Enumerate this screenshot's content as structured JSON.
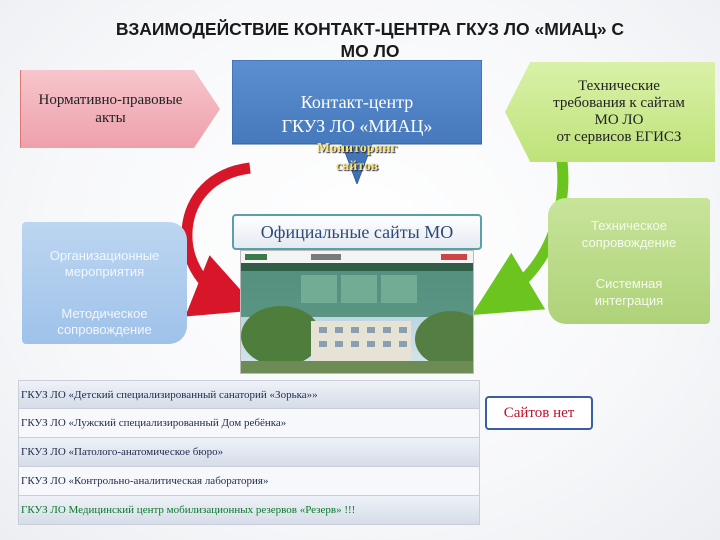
{
  "title": {
    "line1": "ВЗАИМОДЕЙСТВИЕ КОНТАКТ-ЦЕНТРА ГКУЗ ЛО «МИАЦ» С",
    "line2": "МО ЛО"
  },
  "legal_acts": {
    "line1": "Нормативно-правовые",
    "line2": "акты"
  },
  "contact_center": {
    "line1": "Контакт-центр",
    "line2": "ГКУЗ ЛО «МИАЦ»",
    "monitoring_line1": "Мониторинг",
    "monitoring_line2": "сайтов"
  },
  "tech_requirements": {
    "line1": "Технические",
    "line2": "требования к сайтам",
    "line3": "МО ЛО",
    "line4": "от сервисов ЕГИСЗ"
  },
  "organizational": {
    "line1": "Организационные",
    "line2": "мероприятия",
    "line3": "Методическое",
    "line4": "сопровождение"
  },
  "technical_support": {
    "line1": "Техническое",
    "line2": "сопровождение",
    "line3": "Системная",
    "line4": "интеграция"
  },
  "official_sites": {
    "label": "Официальные сайты МО"
  },
  "institutions": [
    "ГКУЗ ЛО «Детский специализированный санаторий «Зорька»»",
    "ГКУЗ ЛО  «Лужский специализированный Дом ребёнка»",
    "ГКУЗ ЛО «Патолого-анатомическое бюро»",
    "ГКУЗ ЛО «Контрольно-аналитическая лаборатория»",
    "ГКУЗ  ЛО Медицинский центр мобилизационных резервов «Резерв» !!!"
  ],
  "no_sites": {
    "label": "Сайтов нет"
  },
  "colors": {
    "legal": "#eea0ab",
    "contact": "#4a7ec0",
    "tech": "#bfe27a",
    "org": "#9fc2ea",
    "support": "#aed279",
    "arrow_red": "#d8162a",
    "arrow_green": "#6cc41e",
    "alert_text": "#c0102a"
  }
}
